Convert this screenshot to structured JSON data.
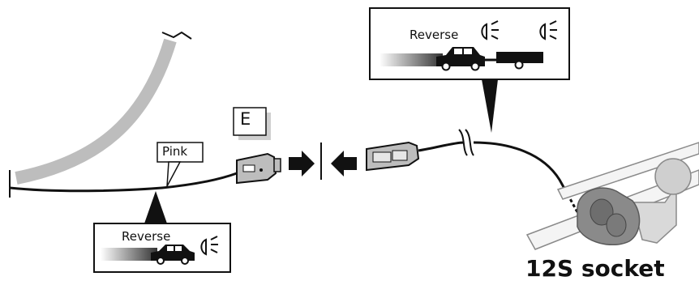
{
  "labels": {
    "wire_color": "Pink",
    "function_bottom": "Reverse",
    "function_top": "Reverse",
    "connector_id": "E",
    "socket_name": "12S socket"
  },
  "icons": {
    "headlight": "headlight-beam-icon",
    "car": "car-reversing-icon",
    "trailer": "trailer-icon",
    "arrows": "connect-arrows-icon"
  },
  "colors": {
    "wire": "#111111",
    "harness": "#bdbdbd",
    "socket": "#8a8a8a",
    "background": "#ffffff"
  }
}
